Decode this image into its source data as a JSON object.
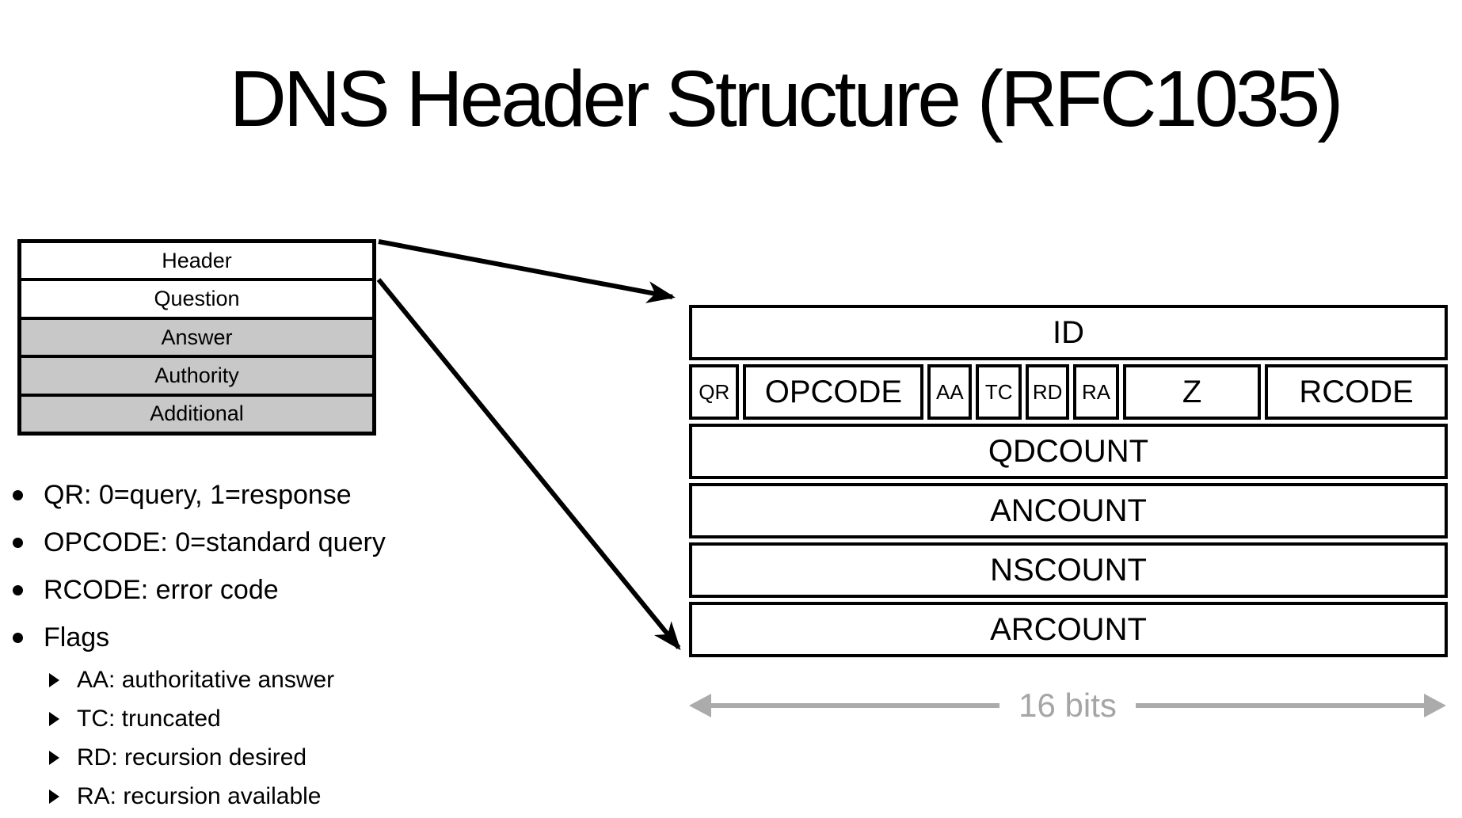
{
  "title": "DNS Header Structure (RFC1035)",
  "message_structure": {
    "rows": [
      {
        "label": "Header"
      },
      {
        "label": "Question"
      },
      {
        "label": "Answer"
      },
      {
        "label": "Authority"
      },
      {
        "label": "Additional"
      }
    ]
  },
  "dns_header": {
    "id_field": "ID",
    "flags": [
      "QR",
      "OPCODE",
      "AA",
      "TC",
      "RD",
      "RA",
      "Z",
      "RCODE"
    ],
    "count_fields": [
      "QDCOUNT",
      "ANCOUNT",
      "NSCOUNT",
      "ARCOUNT"
    ],
    "width_label": "16 bits"
  },
  "notes": {
    "bullets": [
      "QR: 0=query, 1=response",
      "OPCODE: 0=standard query",
      "RCODE: error code",
      "Flags"
    ],
    "sub_bullets": [
      "AA: authoritative answer",
      "TC: truncated",
      "RD: recursion desired",
      "RA: recursion available"
    ]
  },
  "colors": {
    "shaded_row": "#c8c8c8",
    "measure_gray": "#ababab",
    "text": "#000000"
  }
}
